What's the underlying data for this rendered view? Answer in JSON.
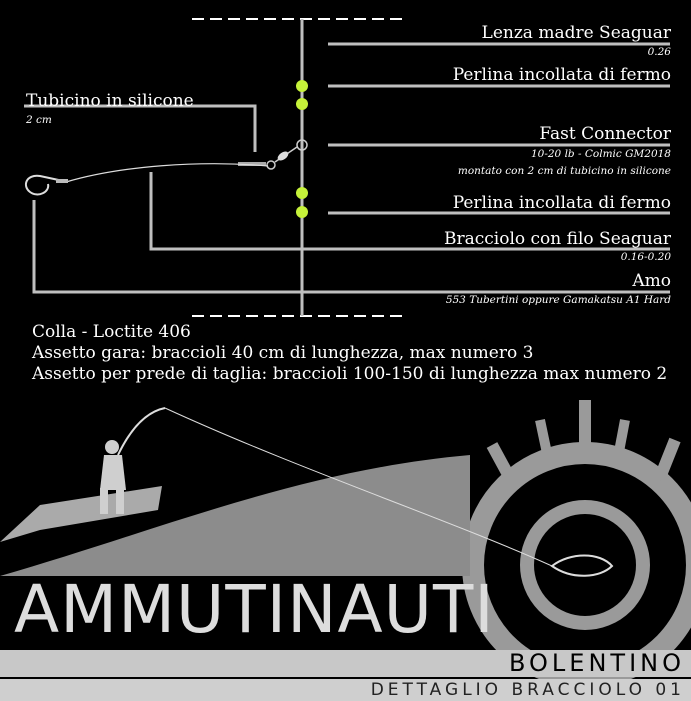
{
  "labels": {
    "mainline": {
      "title": "Lenza madre Seaguar",
      "detail": "0.26"
    },
    "bead_top": {
      "title": "Perlina incollata di fermo"
    },
    "tube": {
      "title": "Tubicino in silicone",
      "detail": "2 cm"
    },
    "connector": {
      "title": "Fast Connector",
      "detail1": "10-20 lb - Colmic GM2018",
      "detail2": "montato con 2 cm di tubicino in silicone"
    },
    "bead_bottom": {
      "title": "Perlina incollata di fermo"
    },
    "branch": {
      "title": "Bracciolo con filo Seaguar",
      "detail": "0.16-0.20"
    },
    "hook": {
      "title": "Amo",
      "detail": "553 Tubertini oppure Gamakatsu A1 Hard"
    }
  },
  "notes": [
    "Colla - Loctite 406",
    "Assetto gara: braccioli 40 cm di lunghezza, max numero 3",
    "Assetto per prede di taglia: braccioli 100-150 di lunghezza max numero 2"
  ],
  "logo": {
    "name": "AMMUTINAUTI",
    "subtitle": "BOLENTINO",
    "caption": "DETTAGLIO BRACCIOLO 01"
  },
  "colors": {
    "background": "#000000",
    "leader": "#bfbfbf",
    "bead": "#c6f23a",
    "logo_band": "#c8c8c8"
  },
  "icons": [
    "fisherman-icon",
    "boat-icon",
    "ship-wheel-icon",
    "fish-icon",
    "hook-icon",
    "swivel-icon"
  ]
}
